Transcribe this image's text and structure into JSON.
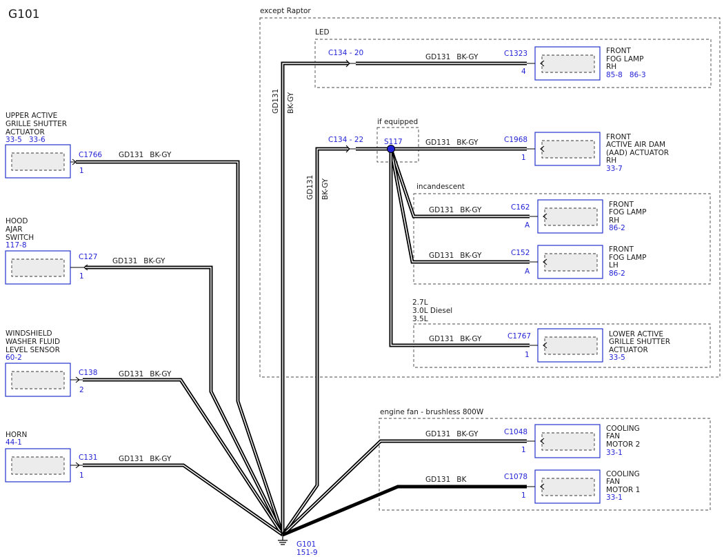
{
  "title": "G101",
  "regions": {
    "except_raptor": "except Raptor",
    "led": "LED",
    "if_equipped": "if equipped",
    "incandescent": "incandescent",
    "engines": [
      "2.7L",
      "3.0L Diesel",
      "3.5L"
    ],
    "engine_fan": "engine fan - brushless 800W"
  },
  "wire": {
    "circuit": "GD131",
    "color": "BK-GY",
    "color_bk": "BK"
  },
  "inline_connectors": {
    "c134_20": "C134 - 20",
    "c134_22": "C134 - 22"
  },
  "splice": "S117",
  "ground": {
    "name": "G101",
    "ref": "151-9"
  },
  "left_components": [
    {
      "lines": [
        "UPPER ACTIVE",
        "GRILLE SHUTTER",
        "ACTUATOR"
      ],
      "refs": "33-5   33-6",
      "connector": "C1766",
      "pin": "1"
    },
    {
      "lines": [
        "HOOD",
        "AJAR",
        "SWITCH"
      ],
      "refs": "117-8",
      "connector": "C127",
      "pin": "1"
    },
    {
      "lines": [
        "WINDSHIELD",
        "WASHER FLUID",
        "LEVEL SENSOR"
      ],
      "refs": "60-2",
      "connector": "C138",
      "pin": "2"
    },
    {
      "lines": [
        "HORN"
      ],
      "refs": "44-1",
      "connector": "C131",
      "pin": "1"
    }
  ],
  "right_components": [
    {
      "lines": [
        "FRONT",
        "FOG LAMP",
        "RH"
      ],
      "refs": "85-8   86-3",
      "connector": "C1323",
      "pin": "4"
    },
    {
      "lines": [
        "FRONT",
        "ACTIVE AIR DAM",
        "(AAD) ACTUATOR",
        "RH"
      ],
      "refs": "33-7",
      "connector": "C1968",
      "pin": "1"
    },
    {
      "lines": [
        "FRONT",
        "FOG LAMP",
        "RH"
      ],
      "refs": "86-2",
      "connector": "C162",
      "pin": "A"
    },
    {
      "lines": [
        "FRONT",
        "FOG LAMP",
        "LH"
      ],
      "refs": "86-2",
      "connector": "C152",
      "pin": "A"
    },
    {
      "lines": [
        "LOWER ACTIVE",
        "GRILLE SHUTTER",
        "ACTUATOR"
      ],
      "refs": "33-5",
      "connector": "C1767",
      "pin": "1"
    },
    {
      "lines": [
        "COOLING",
        "FAN",
        "MOTOR 2"
      ],
      "refs": "33-1",
      "connector": "C1048",
      "pin": "1"
    },
    {
      "lines": [
        "COOLING",
        "FAN",
        "MOTOR 1"
      ],
      "refs": "33-1",
      "connector": "C1078",
      "pin": "1"
    }
  ],
  "colors": {
    "connector": "#1f1fd6",
    "wire": "#000000",
    "box": "#2233cc"
  }
}
